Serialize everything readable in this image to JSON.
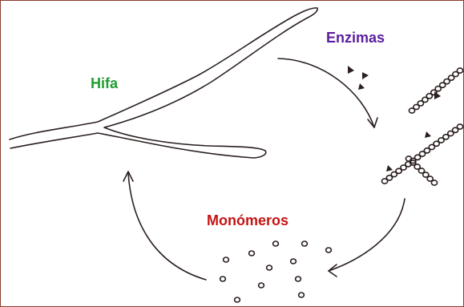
{
  "labels": {
    "hifa": "Hifa",
    "enzimas": "Enzimas",
    "monomeros": "Monómeros"
  },
  "colors": {
    "hifa": "#1f9e2e",
    "enzimas": "#5a1fa0",
    "monomeros": "#c41414",
    "ink": "#2b1f1f",
    "frame": "#8b3a2e"
  },
  "icons": [
    "hypha-branch",
    "enzyme-triangle",
    "polymer-chain",
    "monomer-bead",
    "cycle-arrow"
  ]
}
